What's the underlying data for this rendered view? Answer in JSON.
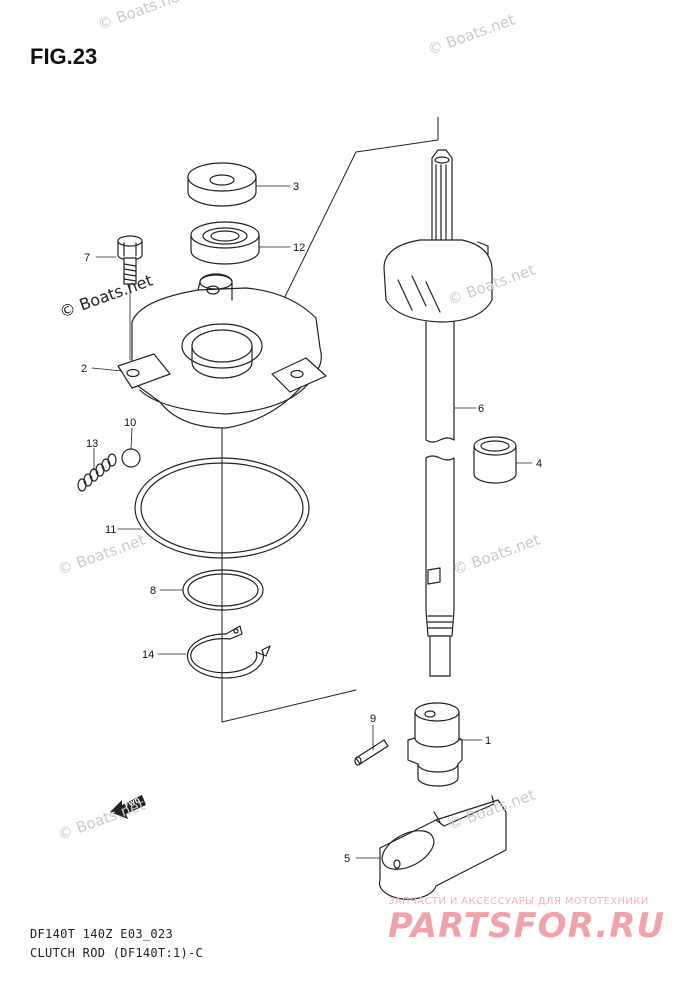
{
  "figure": {
    "title": "FIG.23",
    "footer_line1": "DF140T 140Z E03_023",
    "footer_line2": "CLUTCH ROD (DF140T:1)-C"
  },
  "watermarks": {
    "text": "© Boats.net",
    "dark_text": "© Boats.net"
  },
  "brand": {
    "subtitle": "ЗАПЧАСТИ И АКСЕССУАРЫ ДЛЯ МОТОТЕХНИКИ",
    "name": "PARTSFOR.RU",
    "color": "#f0a3aa"
  },
  "direction_arrow": {
    "label": "FWD"
  },
  "callouts": {
    "p1": "1",
    "p2": "2",
    "p3": "3",
    "p4": "4",
    "p5": "5",
    "p6": "6",
    "p7": "7",
    "p8": "8",
    "p9": "9",
    "p10": "10",
    "p11": "11",
    "p12": "12",
    "p13": "13",
    "p14": "14"
  }
}
